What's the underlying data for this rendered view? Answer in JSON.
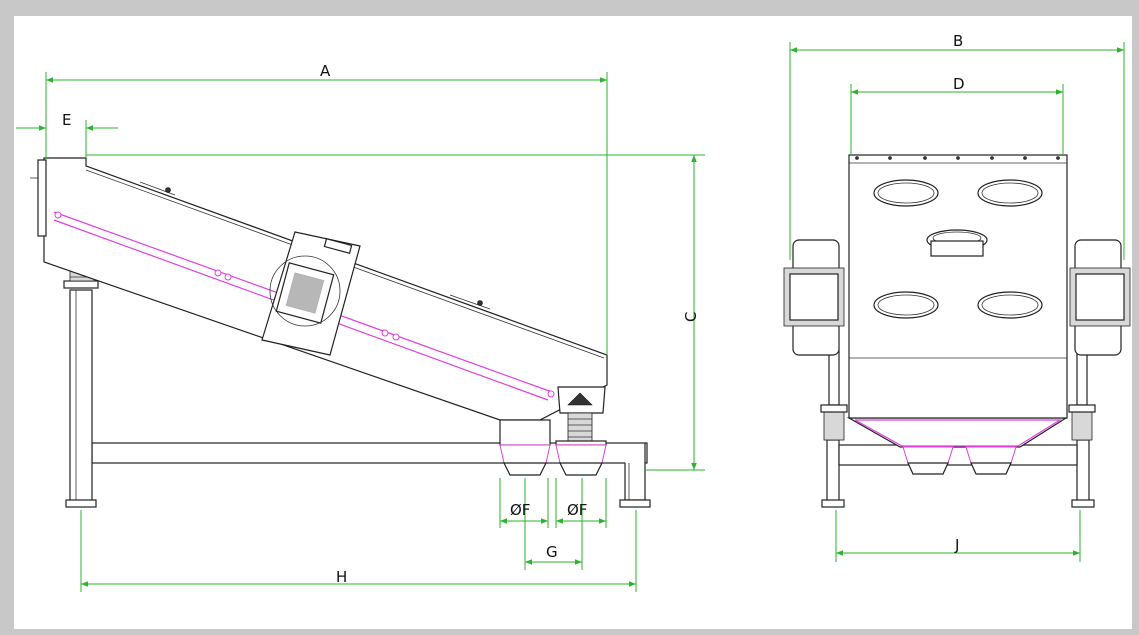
{
  "labels": {
    "A": "A",
    "B": "B",
    "C": "C",
    "D": "D",
    "E": "E",
    "F1": "ØF",
    "F2": "ØF",
    "G": "G",
    "H": "H",
    "J": "J"
  },
  "colors": {
    "dimension": "#2db32d",
    "outline": "#222222",
    "highlight": "#e040e0",
    "frame": "#c8c8c8"
  }
}
